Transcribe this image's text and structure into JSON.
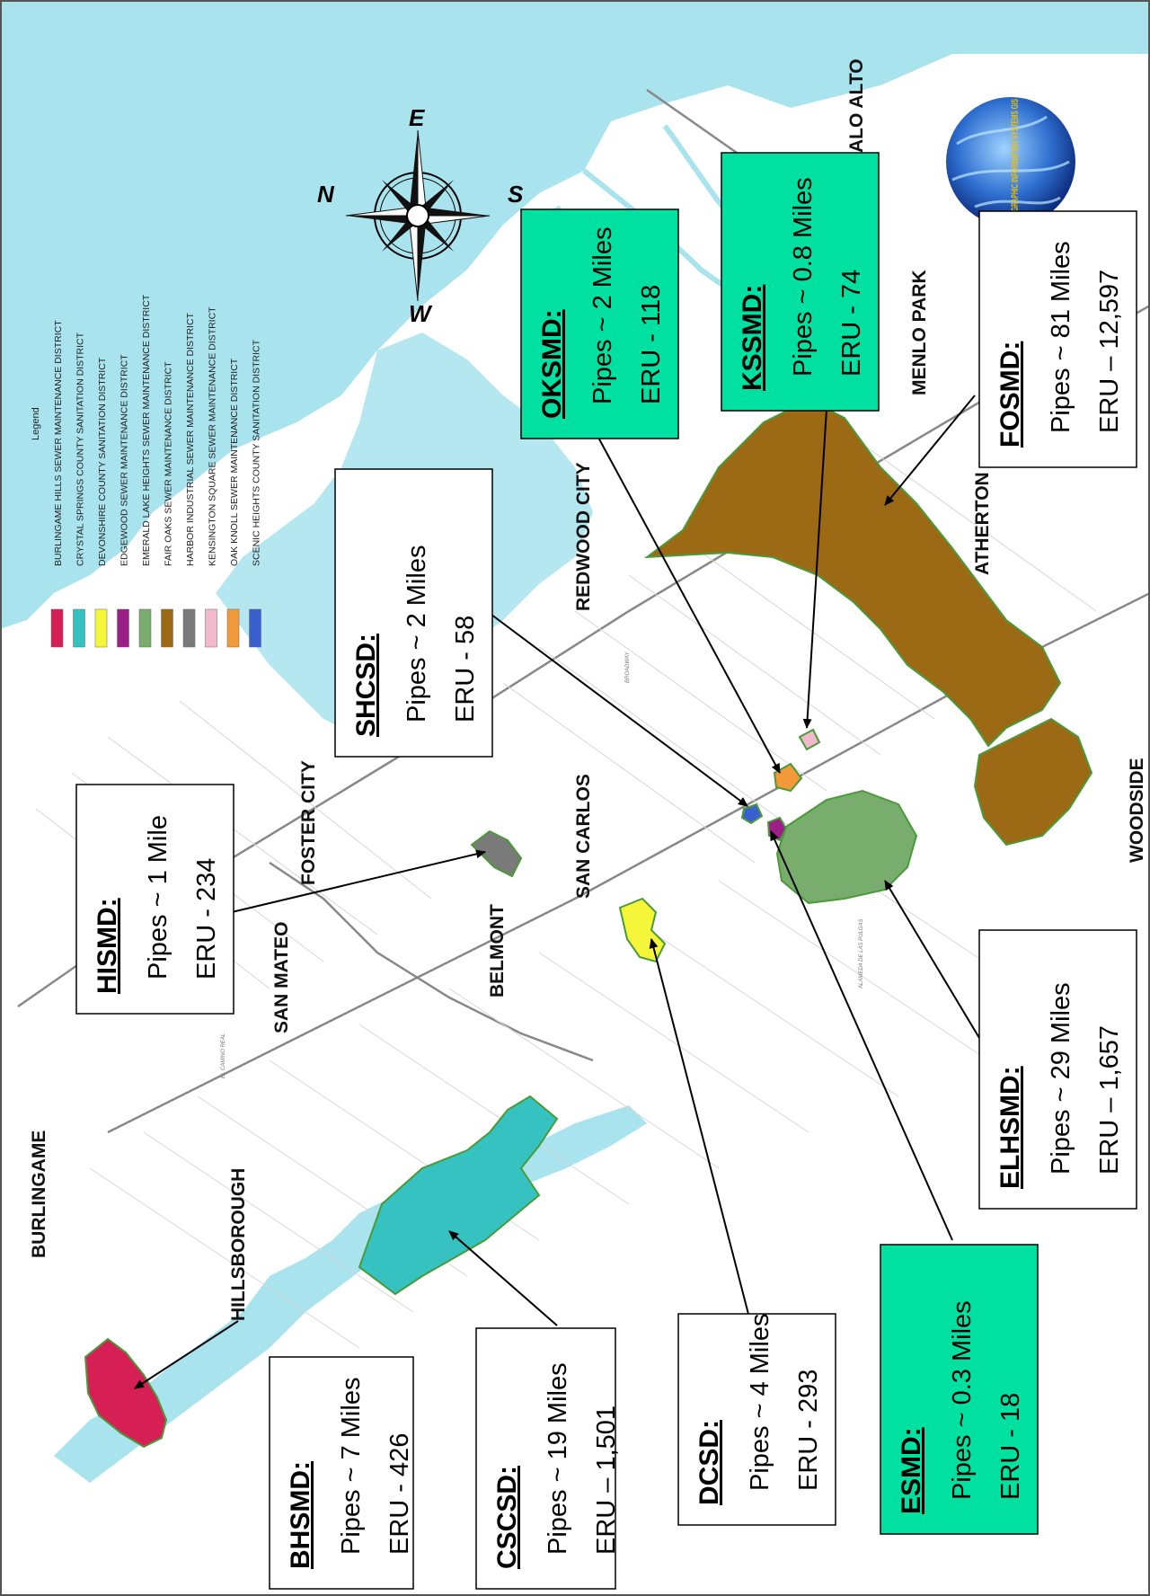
{
  "legend": {
    "title": "Legend",
    "items": [
      {
        "label": "BURLINGAME HILLS SEWER MAINTENANCE DISTRICT",
        "color": "#d61f55"
      },
      {
        "label": "CRYSTAL SPRINGS COUNTY SANITATION DISTRICT",
        "color": "#35c2c0"
      },
      {
        "label": "DEVONSHIRE COUNTY SANITATION DISTRICT",
        "color": "#f5f53a"
      },
      {
        "label": "EDGEWOOD SEWER MAINTENANCE DISTRICT",
        "color": "#9b1f86"
      },
      {
        "label": "EMERALD LAKE HEIGHTS SEWER MAINTENANCE DISTRICT",
        "color": "#78ad6e"
      },
      {
        "label": "FAIR OAKS SEWER MAINTENANCE DISTRICT",
        "color": "#9c6a14"
      },
      {
        "label": "HARBOR INDUSTRIAL SEWER MAINTENANCE DISTRICT",
        "color": "#7a7a7a"
      },
      {
        "label": "KENSINGTON SQUARE SEWER MAINTENANCE DISTRICT",
        "color": "#f2b8cc"
      },
      {
        "label": "OAK KNOLL SEWER MAINTENANCE DISTRICT",
        "color": "#f29a3a"
      },
      {
        "label": "SCENIC HEIGHTS COUNTY SANITATION DISTRICT",
        "color": "#3a5fcf"
      }
    ]
  },
  "compass": {
    "n": "N",
    "e": "E",
    "s": "S",
    "w": "W"
  },
  "cities": {
    "burlingame": "BURLINGAME",
    "hillsborough": "HILLSBOROUGH",
    "san_mateo": "SAN MATEO",
    "foster_city": "FOSTER CITY",
    "belmont": "BELMONT",
    "san_carlos": "SAN CARLOS",
    "redwood_city": "REDWOOD CITY",
    "atherton": "ATHERTON",
    "menlo_park": "MENLO PARK",
    "palo_alto": "ALO ALTO",
    "woodside": "WOODSIDE"
  },
  "logo_text": "GEOGRAPHIC INFORMATION SYSTEMS GIS",
  "districts": [
    {
      "id": "bhsmd",
      "name": "BHSMD:",
      "pipes": "Pipes ~ 7 Miles",
      "eru": "ERU - 426",
      "highlight": false
    },
    {
      "id": "cscsd",
      "name": "CSCSD:",
      "pipes": "Pipes ~ 19 Miles",
      "eru": "ERU – 1,501",
      "highlight": false
    },
    {
      "id": "dcsd",
      "name": "DCSD:",
      "pipes": "Pipes ~ 4 Miles",
      "eru": "ERU - 293",
      "highlight": false
    },
    {
      "id": "esmd",
      "name": "ESMD:",
      "pipes": "Pipes ~ 0.3 Miles",
      "eru": "ERU - 18",
      "highlight": true
    },
    {
      "id": "elhsmd",
      "name": "ELHSMD:",
      "pipes": "Pipes ~ 29 Miles",
      "eru": "ERU – 1,657",
      "highlight": false
    },
    {
      "id": "fosmd",
      "name": "FOSMD:",
      "pipes": "Pipes ~ 81 Miles",
      "eru": "ERU – 12,597",
      "highlight": false
    },
    {
      "id": "kssmd",
      "name": "KSSMD:",
      "pipes": "Pipes ~ 0.8 Miles",
      "eru": "ERU - 74",
      "highlight": true
    },
    {
      "id": "oksmd",
      "name": "OKSMD:",
      "pipes": "Pipes ~ 2 Miles",
      "eru": "ERU - 118",
      "highlight": true
    },
    {
      "id": "shcsd",
      "name": "SHCSD:",
      "pipes": "Pipes ~ 2 Miles",
      "eru": "ERU - 58",
      "highlight": false
    },
    {
      "id": "hismd",
      "name": "HISMD:",
      "pipes": "Pipes ~ 1 Mile",
      "eru": "ERU - 234",
      "highlight": false
    }
  ],
  "colors": {
    "water": "#a8e3ee",
    "land": "#ffffff",
    "box_highlight": "#00e0a0",
    "box_plain": "#ffffff"
  }
}
